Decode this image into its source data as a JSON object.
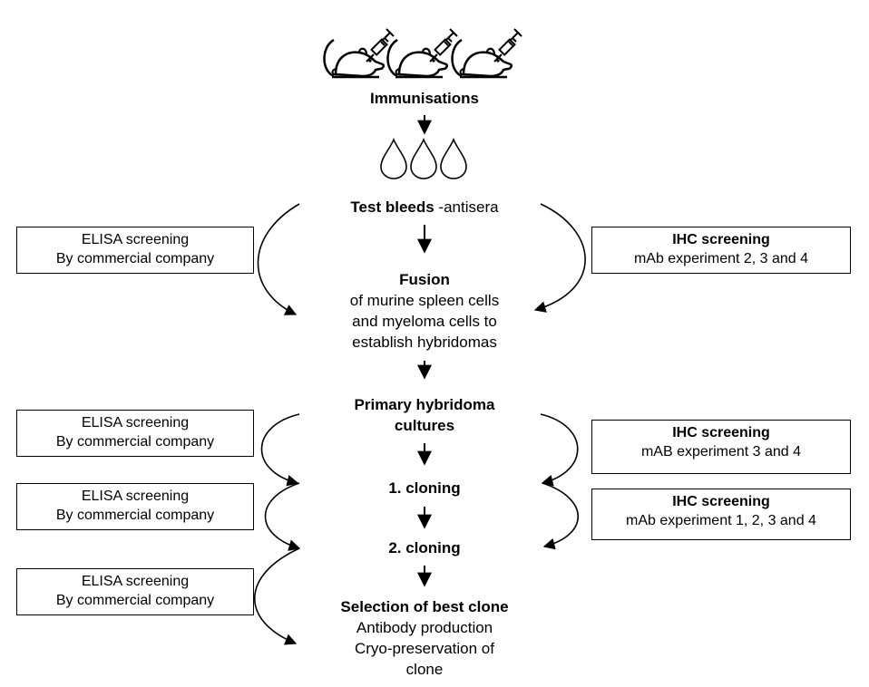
{
  "center": {
    "immunisations": "Immunisations",
    "test_bleeds_bold": "Test bleeds",
    "test_bleeds_rest": " -antisera",
    "fusion_title": "Fusion",
    "fusion_lines": [
      "of murine spleen cells",
      "and myeloma cells to",
      "establish hybridomas"
    ],
    "primary_lines": [
      "Primary hybridoma",
      "cultures"
    ],
    "cloning_1": "1. cloning",
    "cloning_2": "2. cloning",
    "selection_title": "Selection of best clone",
    "selection_lines": [
      "Antibody production",
      "Cryo-preservation of",
      "clone"
    ]
  },
  "left_boxes": [
    {
      "line1": "ELISA screening",
      "line2": "By commercial company"
    },
    {
      "line1": "ELISA screening",
      "line2": "By commercial company"
    },
    {
      "line1": "ELISA screening",
      "line2": "By commercial company"
    },
    {
      "line1": "ELISA screening",
      "line2": "By commercial company"
    }
  ],
  "right_boxes": [
    {
      "title": "IHC screening",
      "detail": "mAb experiment 2, 3 and 4"
    },
    {
      "title": "IHC screening",
      "detail": "mAB experiment 3 and 4"
    },
    {
      "title": "IHC screening",
      "detail": "mAb experiment 1, 2, 3 and 4"
    }
  ],
  "icons": {
    "mouse": "mouse-with-syringe-icon",
    "drop": "blood-drop-icon",
    "arrow": "down-arrow-icon"
  },
  "colors": {
    "line": "#000000",
    "background": "#ffffff"
  }
}
